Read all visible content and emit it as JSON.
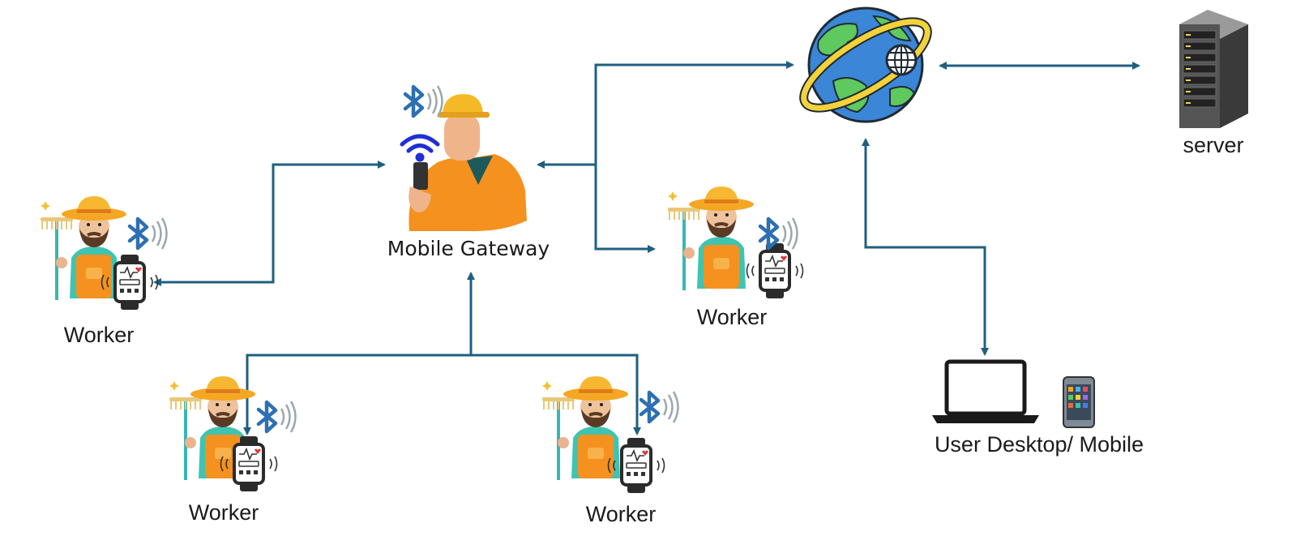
{
  "labels": {
    "mobile_gateway": "Mobile Gateway",
    "server": "server",
    "user_devices": "User Desktop/ Mobile",
    "worker": "Worker"
  },
  "icons": {
    "gateway": "gateway-person-icon",
    "worker": "worker-icon",
    "globe": "globe-icon",
    "server": "server-rack-icon",
    "laptop": "laptop-icon",
    "phone": "smartphone-icon",
    "bluetooth": "bluetooth-icon",
    "wifi": "wifi-icon",
    "smartwatch": "smartwatch-icon"
  },
  "colors": {
    "arrow": "#1f5f7f",
    "bluetooth": "#2d6fb3",
    "wifi": "#1f2fd6",
    "hardhat": "#f5b928",
    "jacket": "#f5911e",
    "globe_ocean": "#3b86d6",
    "globe_land": "#5ec95e",
    "ring": "#f4d23a"
  }
}
